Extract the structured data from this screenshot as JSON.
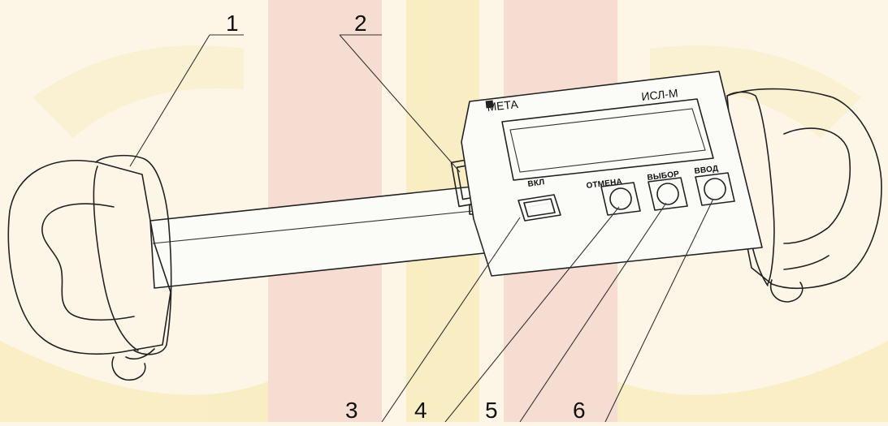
{
  "device": {
    "brand": "МЕТА",
    "model": "ИСЛ-М",
    "switch_label": "ВКЛ",
    "buttons": [
      {
        "label": "ОТМЕНА"
      },
      {
        "label": "ВЫБОР"
      },
      {
        "label": "ВВОД"
      }
    ]
  },
  "callouts": [
    "1",
    "2",
    "3",
    "4",
    "5",
    "6"
  ],
  "colors": {
    "background": "#fdf6e6",
    "watermark_red": "#f2c9c0",
    "watermark_yellow": "#f6e7a8",
    "ink": "#222222"
  }
}
